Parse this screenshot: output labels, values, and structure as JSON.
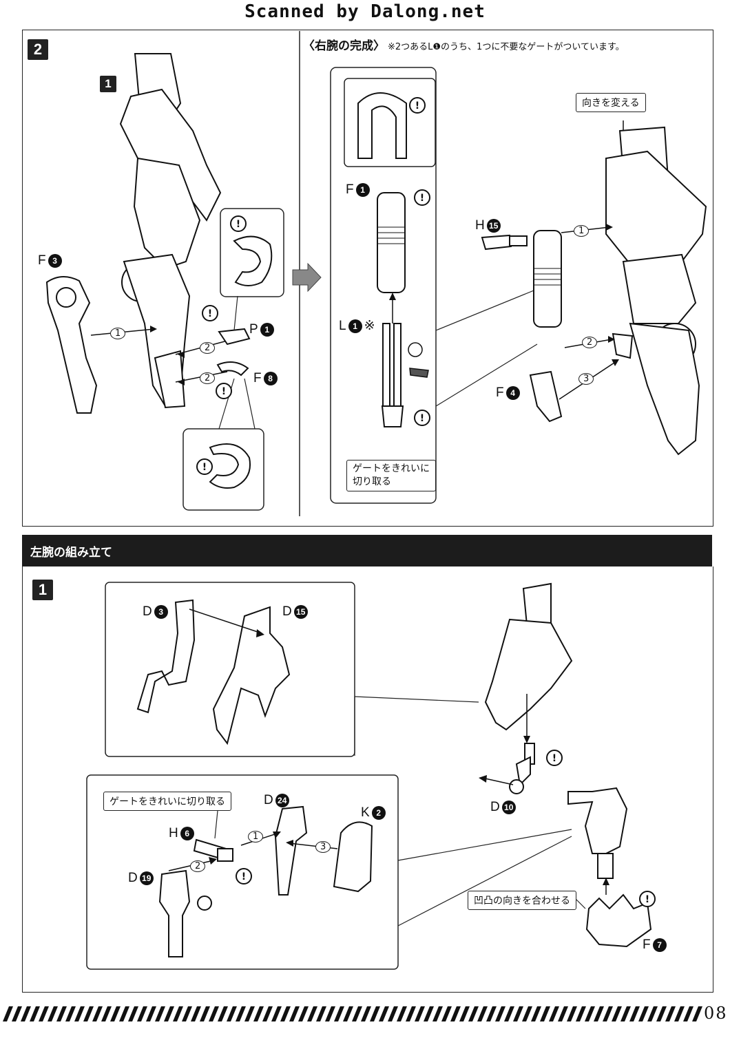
{
  "header": {
    "scan_credit": "Scanned by Dalong.net"
  },
  "step2": {
    "number": "2",
    "sub_step": "1",
    "right_arm_title": "〈右腕の完成〉",
    "right_arm_note": "※2つあるL❶のうち、1つに不要なゲートがついています。",
    "parts": {
      "f3": {
        "letter": "F",
        "num": "3"
      },
      "p1": {
        "letter": "P",
        "num": "1"
      },
      "f8": {
        "letter": "F",
        "num": "8"
      },
      "f1": {
        "letter": "F",
        "num": "1"
      },
      "l1": {
        "letter": "L",
        "num": "1",
        "suffix": "※"
      },
      "h15": {
        "letter": "H",
        "num": "15"
      },
      "f4": {
        "letter": "F",
        "num": "4"
      }
    },
    "gate_tag": "ゲートをきれいに\n切り取る",
    "direction_tag": "向きを変える",
    "arrows": [
      "1",
      "2",
      "2",
      "1",
      "2",
      "3"
    ]
  },
  "left_arm": {
    "section_title": "左腕の組み立て",
    "step_number": "1",
    "parts": {
      "d3": {
        "letter": "D",
        "num": "3"
      },
      "d15": {
        "letter": "D",
        "num": "15"
      },
      "d10": {
        "letter": "D",
        "num": "10"
      },
      "h6": {
        "letter": "H",
        "num": "6"
      },
      "d24": {
        "letter": "D",
        "num": "24"
      },
      "k2": {
        "letter": "K",
        "num": "2"
      },
      "d19": {
        "letter": "D",
        "num": "19"
      },
      "f7": {
        "letter": "F",
        "num": "7"
      }
    },
    "gate_tag": "ゲートをきれいに切り取る",
    "align_tag": "凹凸の向きを合わせる",
    "arrows": [
      "1",
      "2",
      "3"
    ]
  },
  "footer": {
    "page_number": "08"
  },
  "colors": {
    "ink": "#111111",
    "bar": "#1c1c1c",
    "paper": "#ffffff"
  }
}
